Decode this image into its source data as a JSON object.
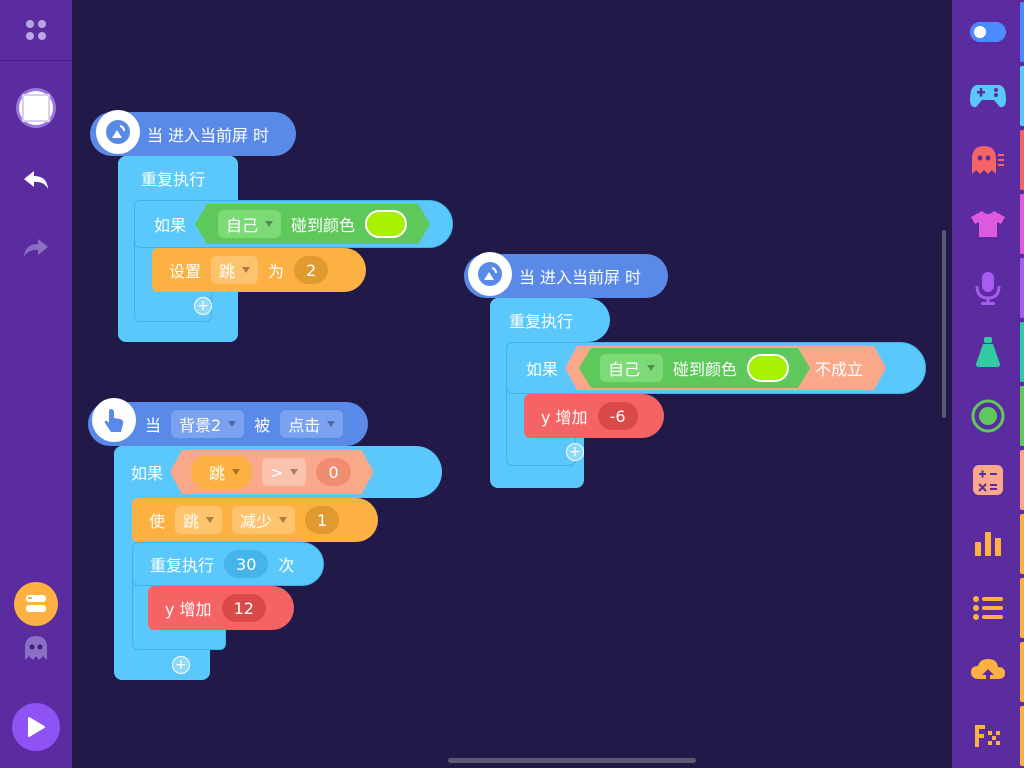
{
  "colors": {
    "sidebar": "#5b2ca0",
    "canvas": "#211a48",
    "control": "#5ac8fa",
    "event": "#5a8ae8",
    "sensing": "#5ec95a",
    "variable": "#fdb143",
    "operator": "#f9a98a",
    "motion": "#f56464"
  },
  "toolbar": {
    "menu_icon": "grid-icon",
    "stage_icon": "stage-icon",
    "undo_icon": "undo-icon",
    "redo_icon": "redo-icon",
    "blocks_icon": "blocks-icon",
    "sprite_icon": "ghost-icon",
    "run_icon": "play-icon"
  },
  "categories": [
    {
      "icon": "toggle-icon",
      "color": "#4a8cff"
    },
    {
      "icon": "gamepad-icon",
      "color": "#5ac8fa"
    },
    {
      "icon": "ghost-icon",
      "color": "#f56464"
    },
    {
      "icon": "tshirt-icon",
      "color": "#e05adf"
    },
    {
      "icon": "microphone-icon",
      "color": "#a75cf2"
    },
    {
      "icon": "flask-icon",
      "color": "#33c9a1"
    },
    {
      "icon": "sensor-icon",
      "color": "#5ec95a"
    },
    {
      "icon": "calculator-icon",
      "color": "#f9a98a"
    },
    {
      "icon": "bar-chart-icon",
      "color": "#fdb143"
    },
    {
      "icon": "list-icon",
      "color": "#fdb143"
    },
    {
      "icon": "cloud-upload-icon",
      "color": "#fdb143"
    },
    {
      "icon": "function-icon",
      "color": "#fdb143"
    }
  ],
  "script1": {
    "hat": {
      "when": "当",
      "event": "进入当前屏",
      "time": "时"
    },
    "repeat": "重复执行",
    "if": "如果",
    "self": "自己",
    "touch_color": "碰到颜色",
    "set": "设置",
    "var": "跳",
    "to": "为",
    "value": "2"
  },
  "script2": {
    "hat": {
      "when": "当",
      "event": "进入当前屏",
      "time": "时"
    },
    "repeat": "重复执行",
    "if": "如果",
    "self": "自己",
    "touch_color": "碰到颜色",
    "not": "不成立",
    "y_change": "y 增加",
    "value": "-6"
  },
  "script3": {
    "hat": {
      "when": "当",
      "target": "背景2",
      "is": "被",
      "action": "点击"
    },
    "if": "如果",
    "var": "跳",
    "op": ">",
    "compare": "0",
    "make": "使",
    "var2": "跳",
    "decrease": "减少",
    "amount": "1",
    "repeat": "重复执行",
    "times": "30",
    "times_label": "次",
    "y_change": "y 增加",
    "y_value": "12"
  }
}
